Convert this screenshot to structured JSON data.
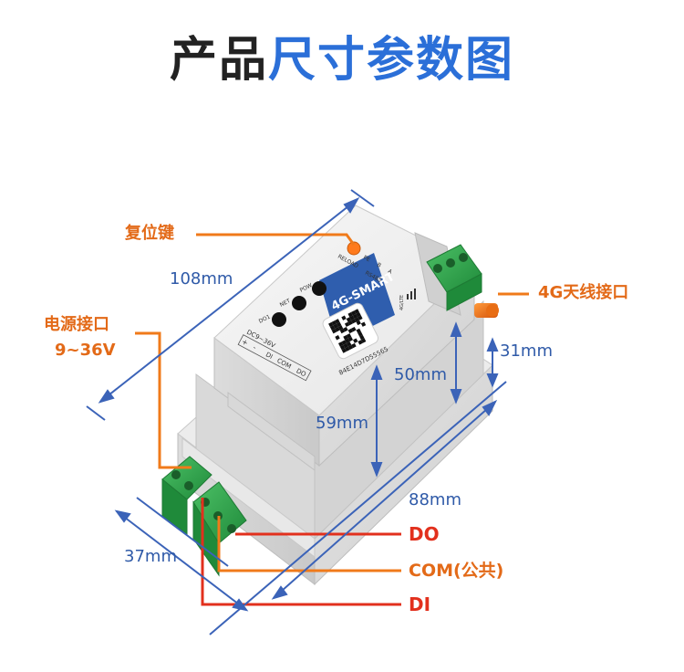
{
  "title": {
    "part1": "产品",
    "part2": "尺寸参数图"
  },
  "device": {
    "brand": "4G-SMART",
    "labels": {
      "reload": "RELOAD",
      "rs485": "RS485",
      "pe": "PE",
      "b": "B",
      "a": "A",
      "pow": "POW",
      "net": "NET",
      "do1": "DO1",
      "power_spec": "DC9~36V",
      "plus": "+",
      "minus": "-",
      "di": "DI",
      "com": "COM",
      "do": "DO",
      "serial": "84E14D7D55565",
      "antenna": "4G/LTE"
    }
  },
  "callouts": {
    "reset": "复位键",
    "antenna": "4G天线接口",
    "power_line1": "电源接口",
    "power_line2": "9~36V",
    "do": "DO",
    "com": "COM(公共)",
    "di": "DI"
  },
  "dimensions": {
    "length": "108mm",
    "height_top": "50mm",
    "height_side": "31mm",
    "height_total": "59mm",
    "width_base": "88mm",
    "depth": "37mm"
  },
  "colors": {
    "title_dark": "#222222",
    "title_blue": "#2b6fd8",
    "dimension_line": "#3b63b8",
    "callout_orange": "#f07a1a",
    "callout_red": "#e2301d",
    "terminal_green": "#2e9e48",
    "label_blue": "#2f5eae"
  }
}
